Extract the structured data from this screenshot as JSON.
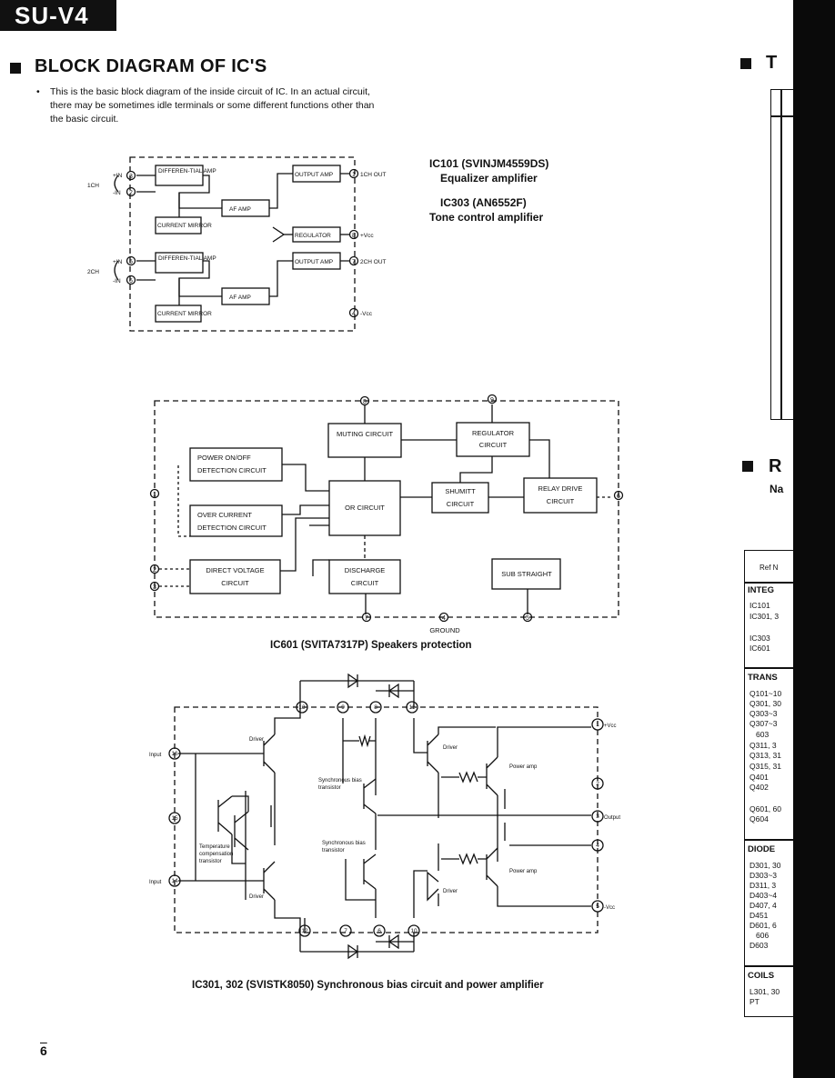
{
  "model": "SU-V4",
  "section_title": "BLOCK DIAGRAM OF IC'S",
  "bullet": "•",
  "intro": "This is the basic block diagram of the inside circuit of IC. In an actual circuit, there may be sometimes idle terminals or some different functions other than the basic circuit.",
  "ic101": {
    "name": "IC101 (SVINJM4559DS)",
    "desc": "Equalizer amplifier",
    "name2": "IC303 (AN6552F)",
    "desc2": "Tone control amplifier",
    "diff_amp": "DIFFEREN-TIAL AMP",
    "output_amp": "OUTPUT AMP",
    "af_amp": "AF AMP",
    "current_mirror": "CURRENT MIRROR",
    "regulator": "REGULATOR",
    "ch1": "1CH",
    "ch2": "2CH",
    "plus_in": "+IN",
    "minus_in": "-IN",
    "out1": "1CH OUT",
    "out2": "2CH OUT",
    "vcc_plus": "+Vcc",
    "vcc_minus": "-Vcc",
    "pins": [
      "3",
      "2",
      "1",
      "8",
      "5",
      "6",
      "7",
      "4"
    ]
  },
  "ic601": {
    "caption": "IC601 (SVITA7317P) Speakers protection",
    "blocks": {
      "muting": "MUTING CIRCUIT",
      "regulator": "REGULATOR CIRCUIT",
      "power_on_off": "POWER ON/OFF DETECTION CIRCUIT",
      "over_current": "OVER CURRENT DETECTION CIRCUIT",
      "or_circuit": "OR CIRCUIT",
      "shumitt": "SHUMITT CIRCUIT",
      "relay_drive": "RELAY DRIVE CIRCUIT",
      "direct_voltage": "DIRECT VOLTAGE CIRCUIT",
      "discharge": "DISCHARGE CIRCUIT",
      "sub_straight": "SUB STRAIGHT"
    },
    "ground": "GROUND",
    "pins": [
      "8",
      "9",
      "1",
      "6",
      "2",
      "3",
      "7",
      "4",
      "5"
    ]
  },
  "ic301": {
    "caption": "IC301, 302 (SVISTK8050) Synchronous bias circuit and power amplifier",
    "input": "Input",
    "driver": "Driver",
    "power_amp": "Power amp",
    "sync_bias": "Synchronous bias transistor",
    "temp_comp": "Temperature compensation transistor",
    "output": "Output",
    "vcc_plus": "+Vcc",
    "vcc_minus": "-Vcc",
    "pins": [
      "13",
      "9",
      "8",
      "11",
      "16",
      "1",
      "2",
      "15",
      "3",
      "4",
      "14",
      "5",
      "12",
      "7",
      "6",
      "10"
    ]
  },
  "page_number": "6",
  "right_column": {
    "t_initial": "T",
    "r_initial": "R",
    "na_text": "Na",
    "ref_header": "Ref N",
    "sections": [
      {
        "title": "INTEG",
        "rows": [
          "IC101",
          "IC301, 3",
          "",
          "IC303",
          "IC601"
        ]
      },
      {
        "title": "TRANS",
        "rows": [
          "Q101~10",
          "Q301, 30",
          "Q303~3",
          "Q307~3",
          "603",
          "Q311, 3",
          "Q313, 31",
          "Q315, 31",
          "Q401",
          "Q402",
          "",
          "Q601, 60",
          "Q604"
        ]
      },
      {
        "title": "DIODE",
        "rows": [
          "D301, 30",
          "D303~3",
          "D311, 3",
          "D403~4",
          "D407, 4",
          "D451",
          "D601, 6",
          "606",
          "D603"
        ]
      },
      {
        "title": "COILS",
        "rows": [
          "L301, 30",
          "PT"
        ]
      }
    ]
  }
}
